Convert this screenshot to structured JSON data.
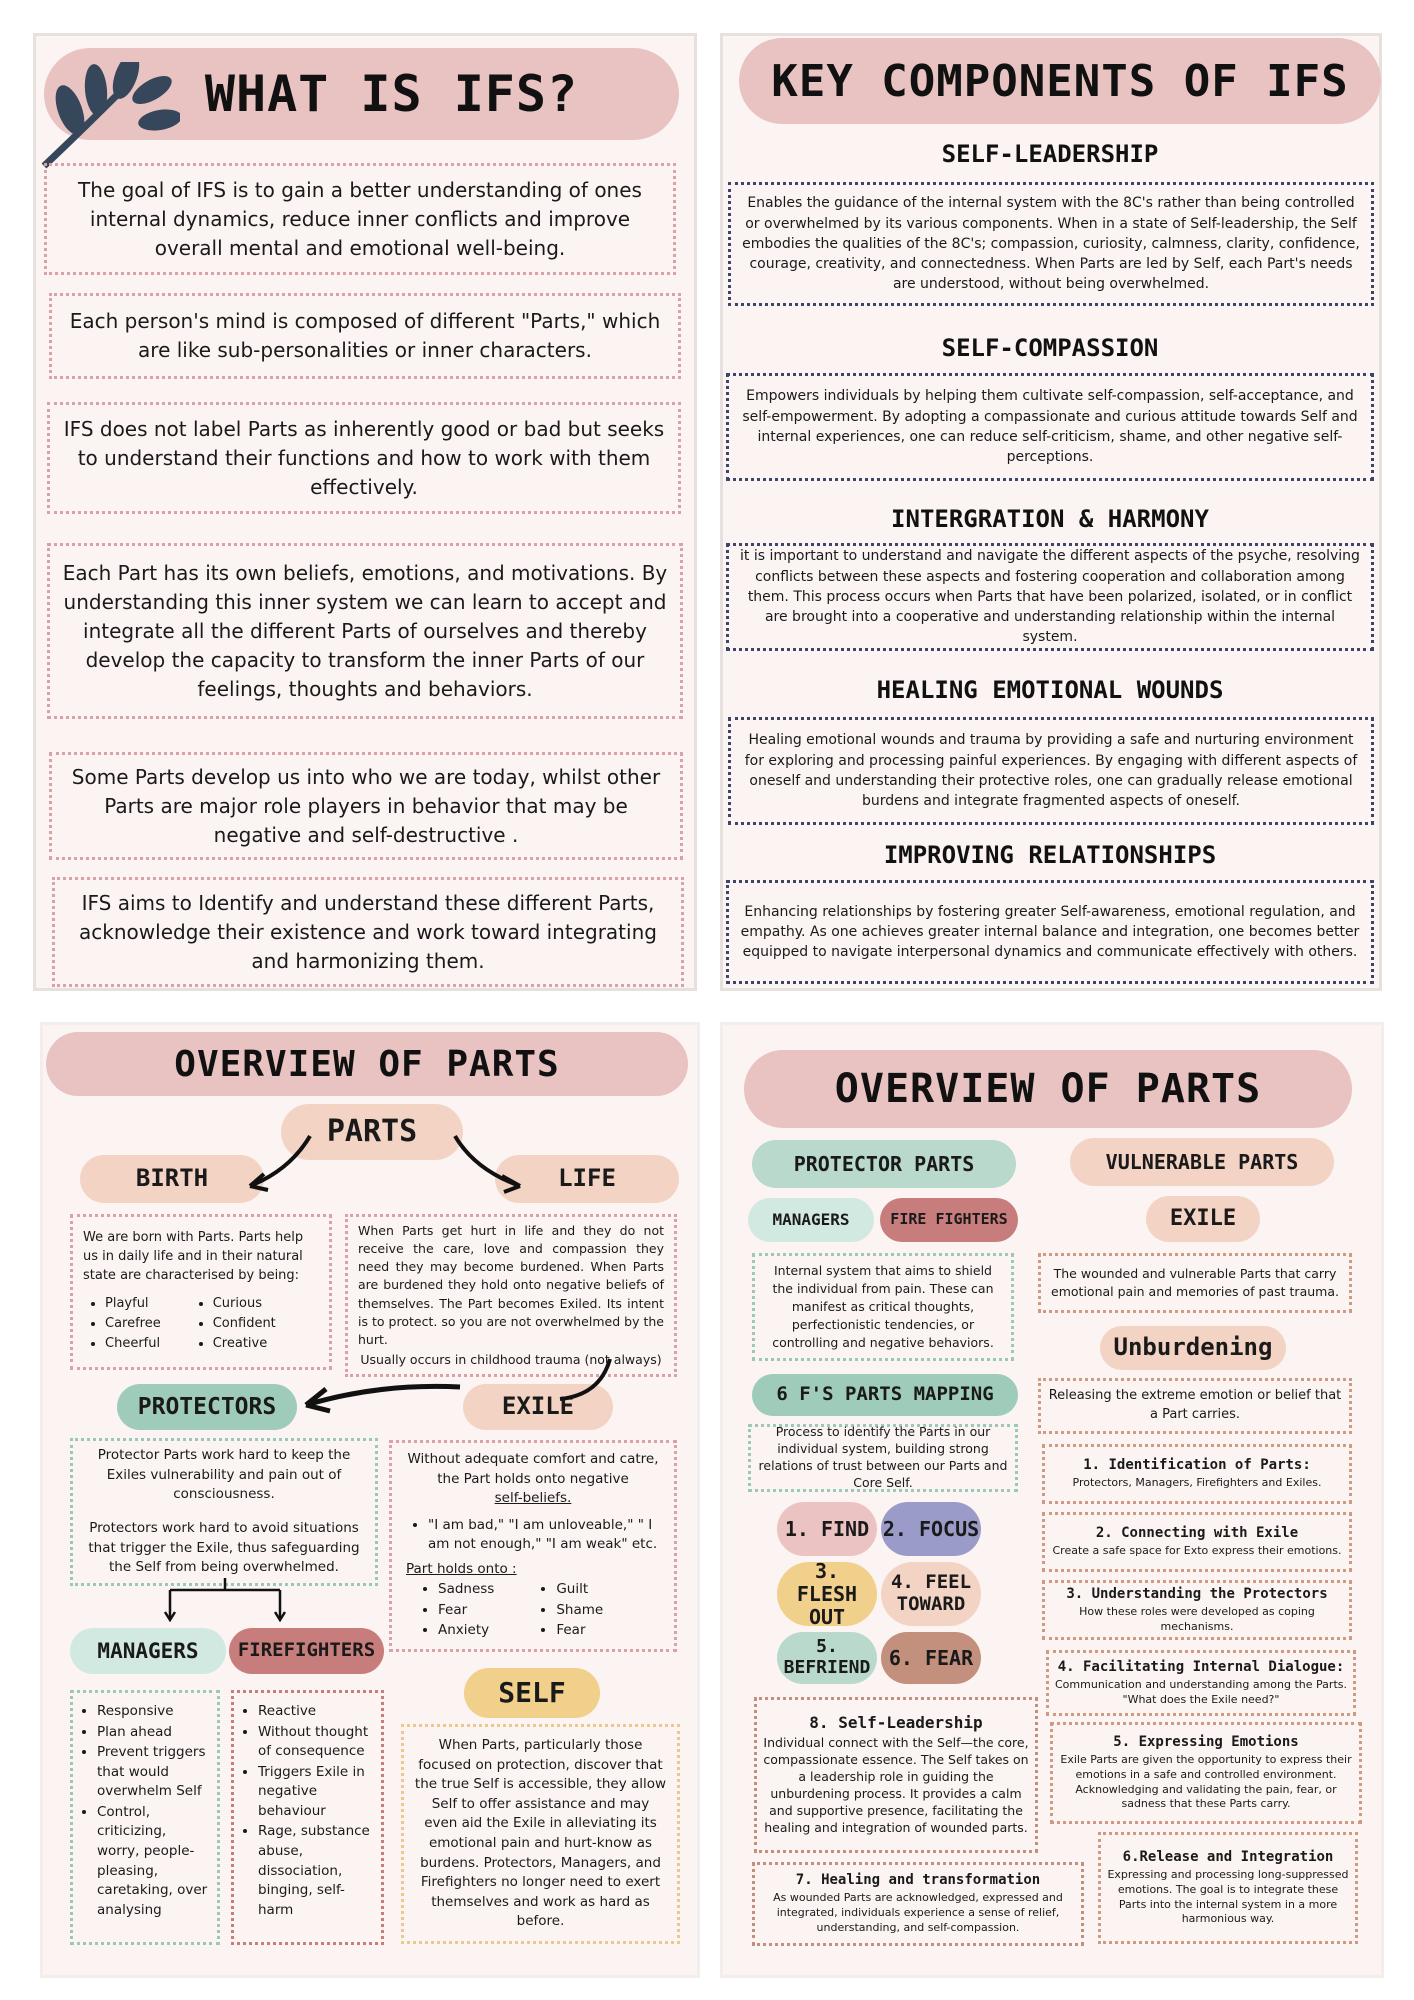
{
  "p1": {
    "title": "WHAT IS IFS?",
    "paras": [
      "The goal of IFS is to gain a better understanding of ones internal dynamics, reduce inner conflicts and improve overall mental and emotional well-being.",
      "Each person's mind is composed of different \"Parts,\" which are like sub-personalities or inner characters.",
      "IFS does not label Parts as inherently good or bad but seeks to understand their functions and how to work with them effectively.",
      "Each Part has its own beliefs, emotions, and motivations. By understanding this inner system we can learn to accept and integrate all the different Parts of ourselves and thereby develop the capacity to transform the inner Parts of our feelings, thoughts and behaviors.",
      "Some Parts develop us into who we are today, whilst other Parts are major role players in behavior that may be negative and self-destructive .",
      "IFS aims to Identify and understand these different Parts, acknowledge their existence and work toward integrating and harmonizing them."
    ]
  },
  "p2": {
    "title": "KEY COMPONENTS OF IFS",
    "items": [
      {
        "h": "SELF-LEADERSHIP",
        "t": "Enables the guidance of the internal system with the 8C's rather than being controlled or overwhelmed by its various components. When in a state of Self-leadership, the Self embodies the qualities of the 8C's; compassion, curiosity, calmness, clarity, confidence, courage, creativity, and connectedness. When Parts are led by Self, each Part's needs are understood, without being overwhelmed."
      },
      {
        "h": "SELF-COMPASSION",
        "t": "Empowers individuals by helping them cultivate self-compassion, self-acceptance, and self-empowerment. By adopting a compassionate and curious attitude towards Self and internal experiences, one can reduce self-criticism, shame, and other negative self-perceptions."
      },
      {
        "h": "INTERGRATION & HARMONY",
        "t": "it is important to understand and navigate the different aspects of the psyche, resolving conflicts between these aspects and fostering cooperation and collaboration among them. This process occurs when Parts that have been polarized, isolated, or in conflict are brought into a cooperative and understanding relationship within the internal system."
      },
      {
        "h": "HEALING EMOTIONAL WOUNDS",
        "t": "Healing emotional wounds and trauma by providing a safe and nurturing environment for exploring and processing painful experiences. By engaging with different aspects of oneself and understanding their protective roles, one can gradually release emotional burdens and integrate fragmented aspects of oneself."
      },
      {
        "h": "IMPROVING RELATIONSHIPS",
        "t": "Enhancing relationships by fostering greater Self-awareness, emotional regulation, and empathy. As one achieves greater internal balance and integration, one becomes better equipped to navigate interpersonal dynamics and communicate effectively with others."
      }
    ]
  },
  "p3": {
    "title": "OVERVIEW OF PARTS",
    "parts": "PARTS",
    "birth": "BIRTH",
    "life": "LIFE",
    "birth_text": "We are born with Parts. Parts help us in daily life and in their natural state are characterised by being:",
    "birth_list_a": [
      "Playful",
      "Carefree",
      "Cheerful"
    ],
    "birth_list_b": [
      "Curious",
      "Confident",
      "Creative"
    ],
    "life_text": "When Parts get hurt in life and they do not receive the care, love and compassion they need they may become burdened. When Parts are burdened they hold onto negative beliefs of themselves. The Part becomes  Exiled. Its intent is to protect. so you are not overwhelmed by the hurt.",
    "life_note": "Usually occurs in childhood trauma (not always)",
    "protectors": "PROTECTORS",
    "exile": "EXILE",
    "prot_text1": "Protector Parts work hard to keep the Exiles vulnerability and pain out of consciousness.",
    "prot_text2": "Protectors work hard to avoid situations that trigger the Exile, thus safeguarding the Self from being overwhelmed.",
    "exile_text": "Without adequate comfort and catre, the Part holds onto negative",
    "exile_beliefs": "self-beliefs.",
    "exile_list": [
      "\"I am bad,\" \"I am unloveable,\" \" I am not enough,\" \"I am weak\" etc."
    ],
    "holds_onto": "Part holds onto :",
    "holds_a": [
      "Sadness",
      "Fear",
      "Anxiety"
    ],
    "holds_b": [
      "Guilt",
      "Shame",
      "Fear"
    ],
    "managers": "MANAGERS",
    "firefighters": "FIREFIGHTERS",
    "managers_list": [
      "Responsive",
      "Plan ahead",
      "Prevent triggers that would overwhelm Self",
      "Control, criticizing, worry, people-pleasing, caretaking, over analysing"
    ],
    "ff_list": [
      "Reactive",
      "Without thought of consequence",
      "Triggers Exile in negative behaviour",
      "Rage, substance abuse, dissociation, binging, self-harm"
    ],
    "self": "SELF",
    "self_text": "When Parts, particularly those focused on protection, discover that the true Self is accessible, they allow Self to offer assistance and may even aid the Exile in alleviating its emotional pain and hurt-know as burdens.  Protectors, Managers, and Firefighters no longer need to exert themselves and work as hard as before."
  },
  "p4": {
    "title": "OVERVIEW OF PARTS",
    "protector": "PROTECTOR PARTS",
    "vulnerable": "VULNERABLE PARTS",
    "managers": "MANAGERS",
    "firefighters": "FIRE FIGHTERS",
    "exile": "EXILE",
    "prot_text": "Internal system that aims to shield the individual from pain. These can manifest as critical thoughts, perfectionistic tendencies, or controlling and negative behaviors.",
    "exile_text": "The  wounded and vulnerable Parts that carry emotional pain and memories of past trauma.",
    "mapping": "6 F'S PARTS MAPPING",
    "mapping_text": "Process to identify the Parts in our individual system, building strong relations of trust between our Parts and Core Self.",
    "f1": "1. FIND",
    "f2": "2. FOCUS",
    "f3": "3. FLESH OUT",
    "f4": "4. FEEL TOWARD",
    "f5": "5. BEFRIEND",
    "f6": "6. FEAR",
    "unburdening": "Unburdening",
    "unb_text": "Releasing the extreme emotion or belief that a Part carries.",
    "steps": [
      {
        "h": "1. Identification of Parts:",
        "t": "Protectors, Managers, Firefighters and Exiles."
      },
      {
        "h": "2. Connecting with Exile",
        "t": "Create a safe space for Exto express their emotions."
      },
      {
        "h": "3. Understanding the Protectors",
        "t": "How these roles were developed as coping mechanisms."
      },
      {
        "h": "4. Facilitating Internal Dialogue:",
        "t": "Communication and understanding among the Parts. \"What does the Exile need?\""
      },
      {
        "h": "5. Expressing Emotions",
        "t": "Exile Parts are given the opportunity to express their emotions in a safe and controlled environment. Acknowledging and validating the pain, fear, or sadness that these Parts carry."
      },
      {
        "h": "6.Release and Integration",
        "t": "Expressing and processing long-suppressed emotions. The goal is to integrate these Parts into the internal system in a more harmonious way."
      }
    ],
    "step7_h": "7. Healing and transformation",
    "step7_t": "As wounded Parts are acknowledged, expressed and integrated, individuals experience a sense of relief, understanding, and self-compassion.",
    "step8_h": "8. Self-Leadership",
    "step8_t": "Individual connect with the Self—the core, compassionate essence. The Self takes on a leadership role in guiding the unburdening process. It provides a calm and supportive presence, facilitating the healing and integration of wounded parts."
  },
  "colors": {
    "pink": "#e9c3c1",
    "peach": "#f3d3c4",
    "green": "#b9d9cc",
    "rose": "#c77d7b",
    "yellow": "#f1d08c",
    "navy": "#3d4566"
  }
}
